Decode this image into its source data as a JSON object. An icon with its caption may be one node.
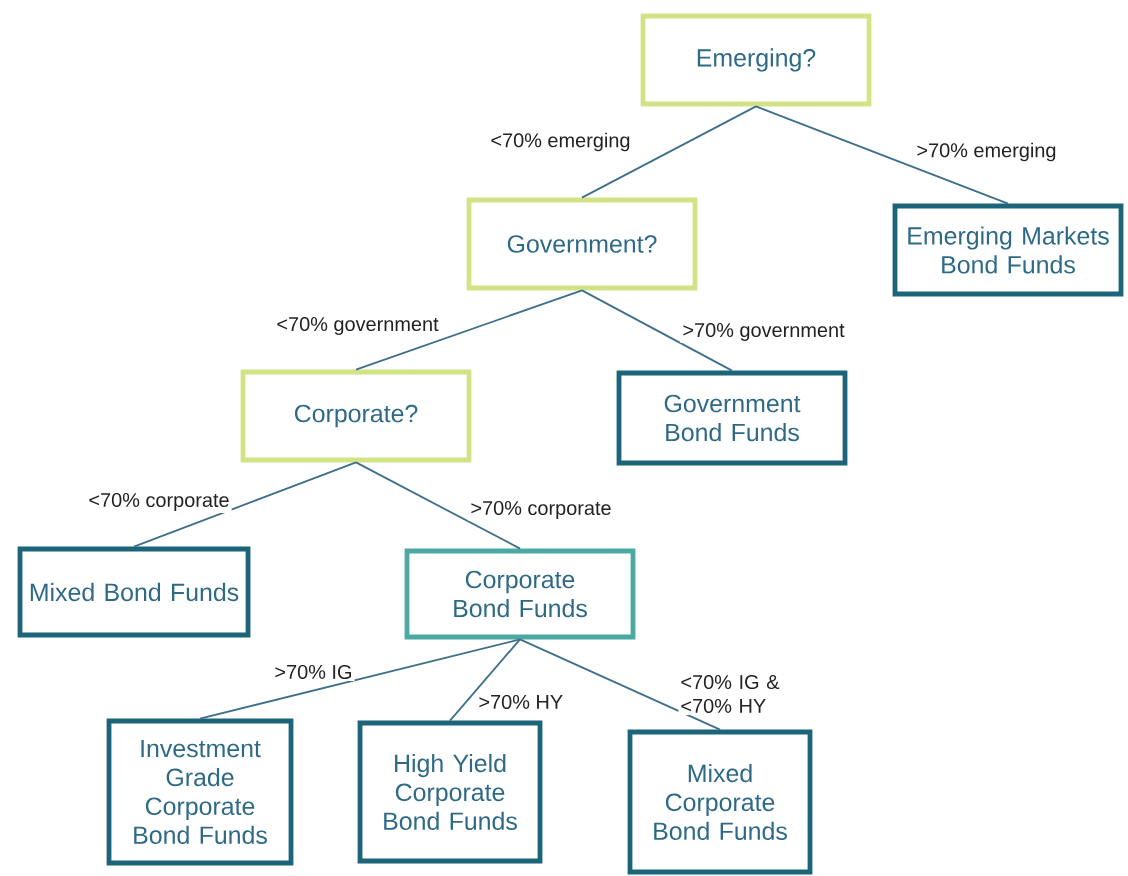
{
  "diagram": {
    "nodes": [
      {
        "text": [
          "Emerging?"
        ]
      },
      {
        "text": [
          "Government?"
        ]
      },
      {
        "text": [
          "Emerging Markets Bond Funds"
        ]
      },
      {
        "text": [
          "Corporate?"
        ]
      },
      {
        "text": [
          "Government Bond Funds"
        ]
      },
      {
        "text": [
          "Mixed Bond Funds"
        ]
      },
      {
        "text": [
          "Corporate Bond Funds"
        ]
      },
      {
        "text": [
          "Investment Grade Corporate Bond Funds"
        ]
      },
      {
        "text": [
          "High Yield Corporate Bond Funds"
        ]
      },
      {
        "text": [
          "Mixed Corporate Bond Funds"
        ]
      }
    ],
    "edges": [
      {
        "from": 0,
        "to": 1,
        "arrow": "none",
        "label": "<70% emerging"
      },
      {
        "from": 0,
        "to": 2,
        "arrow": "none",
        "label": ">70% emerging"
      },
      {
        "from": 1,
        "to": 3,
        "arrow": "none",
        "label": "<70% government"
      },
      {
        "from": 1,
        "to": 4,
        "arrow": "none",
        "label": ">70% government"
      },
      {
        "from": 3,
        "to": 5,
        "arrow": "none",
        "label": "<70% corporate"
      },
      {
        "from": 3,
        "to": 6,
        "arrow": "none",
        "label": ">70% corporate"
      },
      {
        "from": 6,
        "to": 7,
        "arrow": "none",
        "label": ">70% IG"
      },
      {
        "from": 6,
        "to": 8,
        "arrow": "none",
        "label": ">70% HY"
      },
      {
        "from": 6,
        "to": 9,
        "arrow": "none",
        "label": "<70% IG & <70% HY"
      }
    ]
  }
}
